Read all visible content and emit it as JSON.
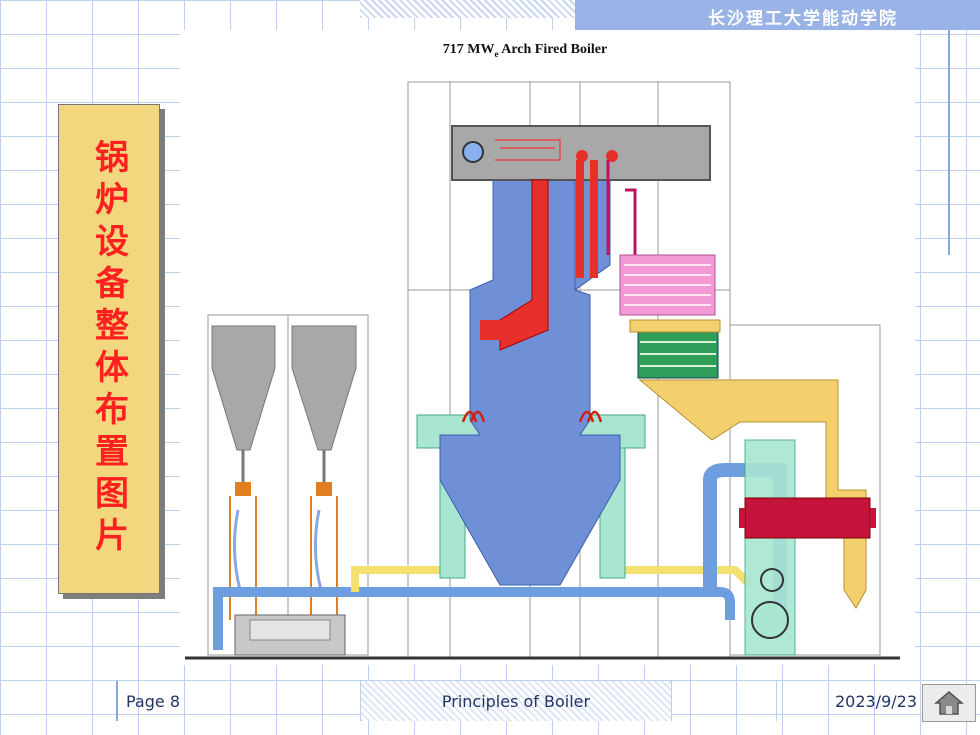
{
  "header": {
    "institution": "长沙理工大学能动学院"
  },
  "slide": {
    "title": "锅炉设备整体布置图片"
  },
  "diagram": {
    "title_main": "717 MW",
    "title_sub": "e",
    "title_rest": " Arch Fired Boiler"
  },
  "footer": {
    "page": "Page 8",
    "course": "Principles of Boiler",
    "date": "2023/9/23"
  },
  "icons": {
    "home": "home-icon"
  },
  "colors": {
    "furnace_blue": "#6f8fd6",
    "superheater_red": "#e8302a",
    "reheater_pink": "#f39ad6",
    "economizer_green": "#2e9e5a",
    "airheater_crimson": "#c4143c",
    "duct_yellow": "#f3d06e",
    "arch_mint": "#a8e6d2",
    "pipe_blue": "#6f9ee0",
    "bunker_grey": "#a8a8a8"
  }
}
